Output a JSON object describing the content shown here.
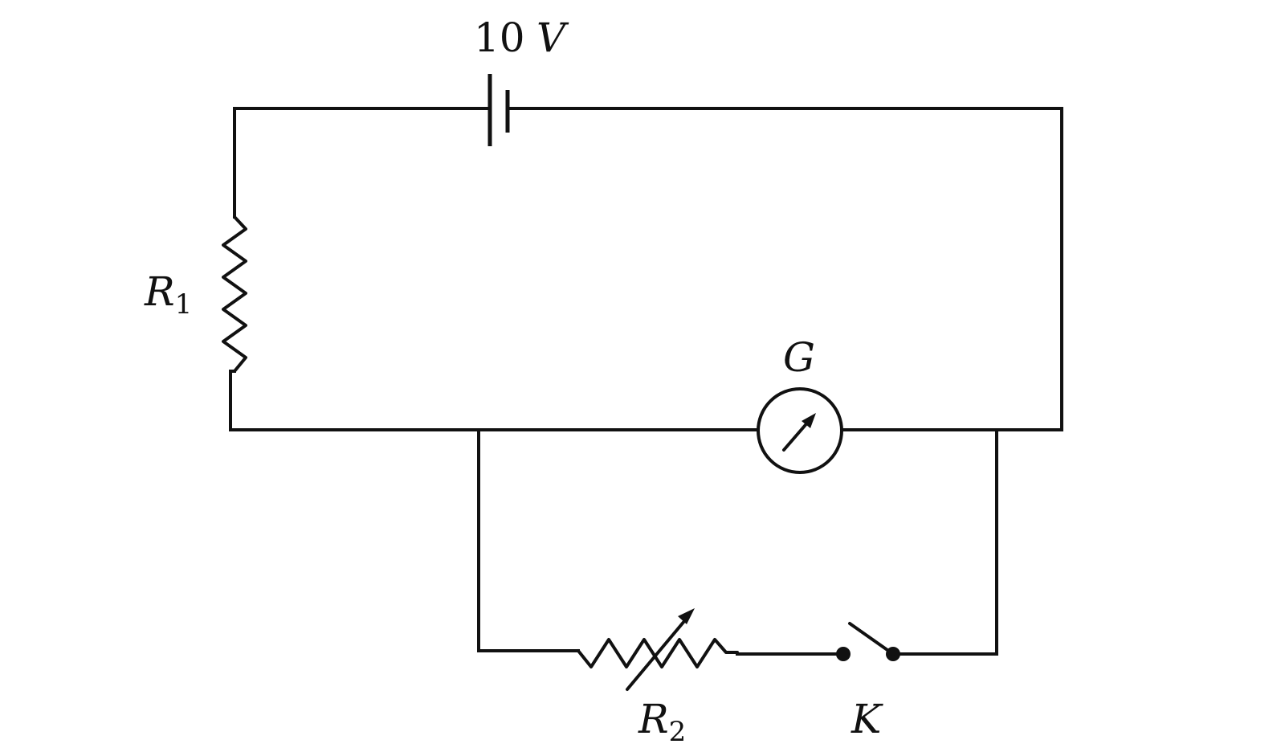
{
  "labels": {
    "battery_number": "10",
    "battery_unit": "V",
    "r1_symbol": "R",
    "r1_sub": "1",
    "galvanometer": "G",
    "r2_symbol": "R",
    "r2_sub": "2",
    "switch": "K"
  },
  "colors": {
    "line": "#111111",
    "background": "#ffffff"
  }
}
